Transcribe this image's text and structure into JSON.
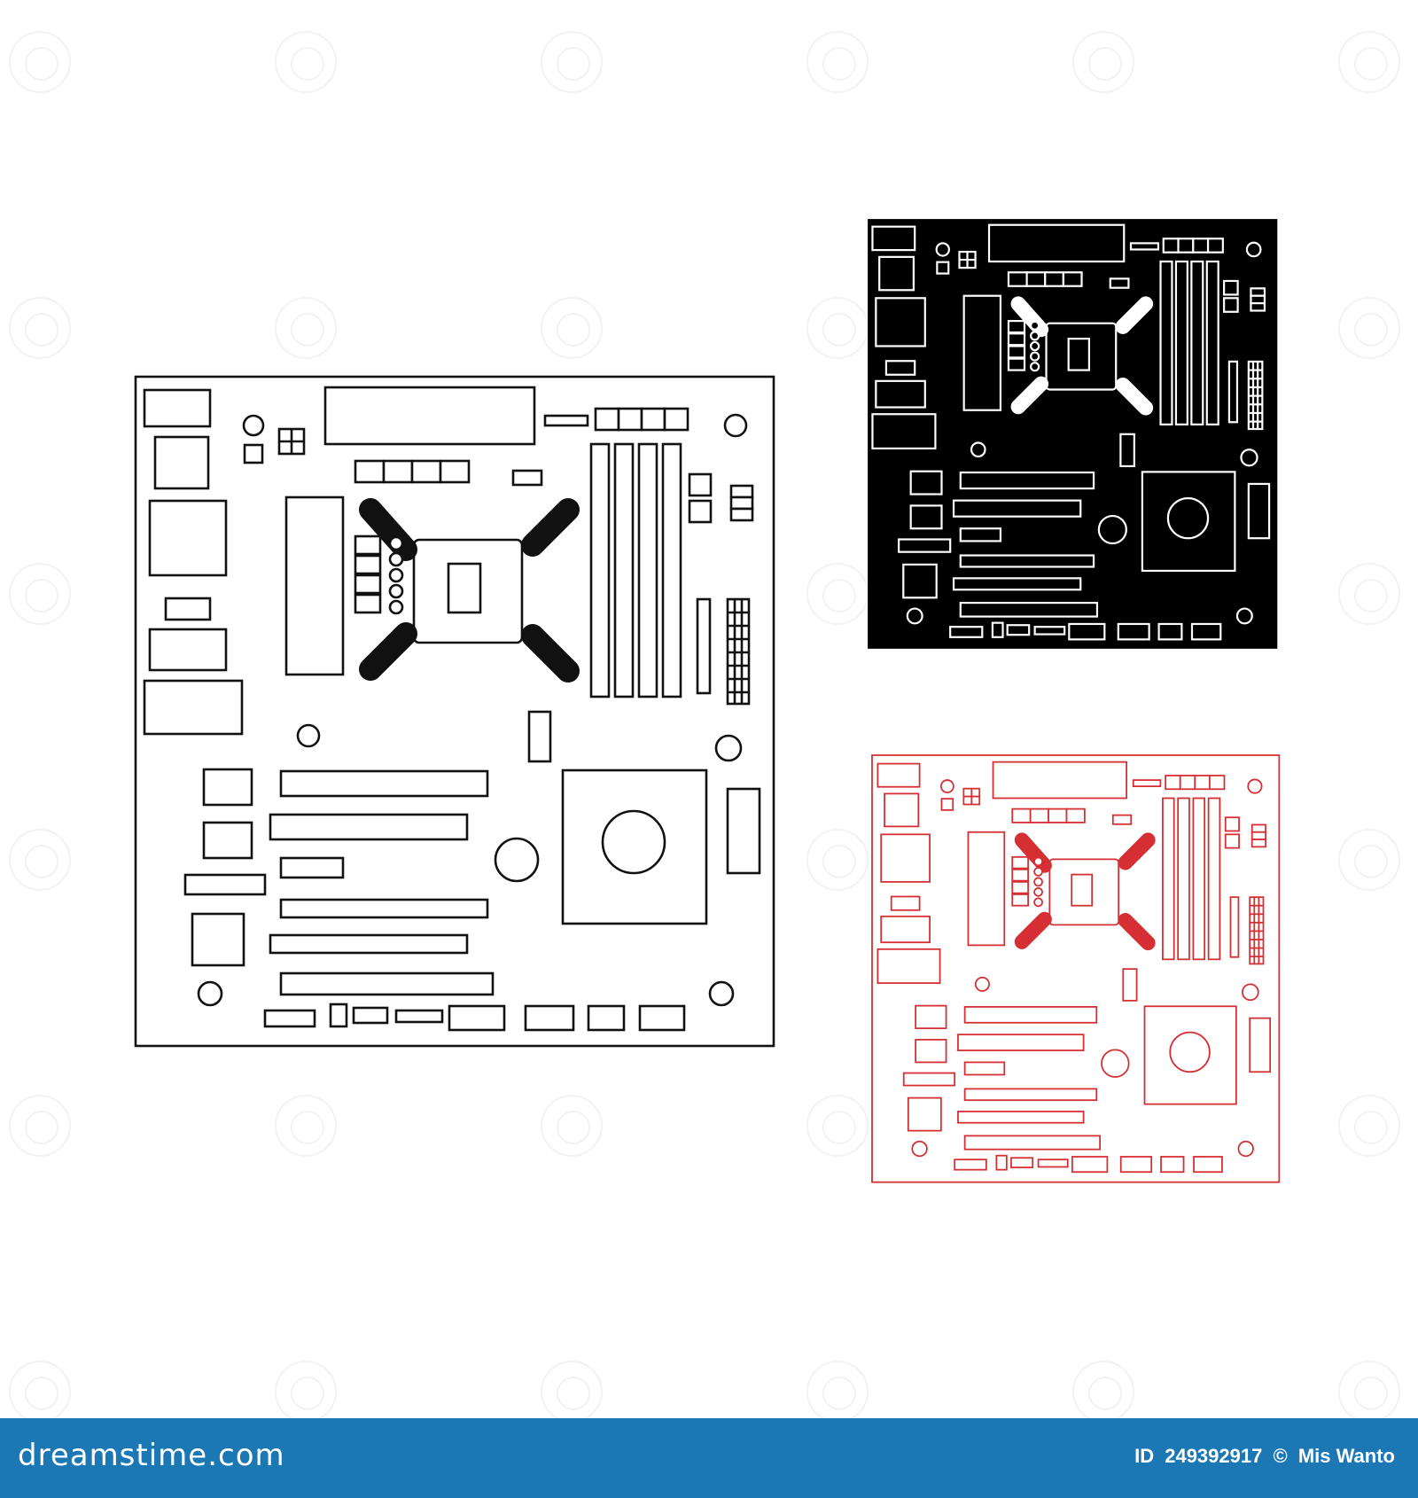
{
  "illustration": {
    "subject": "motherboard line icon set",
    "variants": [
      {
        "name": "outline-large",
        "stroke": "#111111",
        "fill": "#ffffff"
      },
      {
        "name": "filled-black",
        "stroke": "#ffffff",
        "fill": "#000000"
      },
      {
        "name": "outline-red",
        "stroke": "#d62f33",
        "fill": "#ffffff"
      }
    ]
  },
  "watermark": {
    "text": "dreamstime"
  },
  "footer": {
    "brand": "dreamstime.com",
    "id_label": "ID",
    "id_value": "249392917",
    "copyright_symbol": "©",
    "author": "Mis Wanto",
    "background": "#1c78b4"
  }
}
